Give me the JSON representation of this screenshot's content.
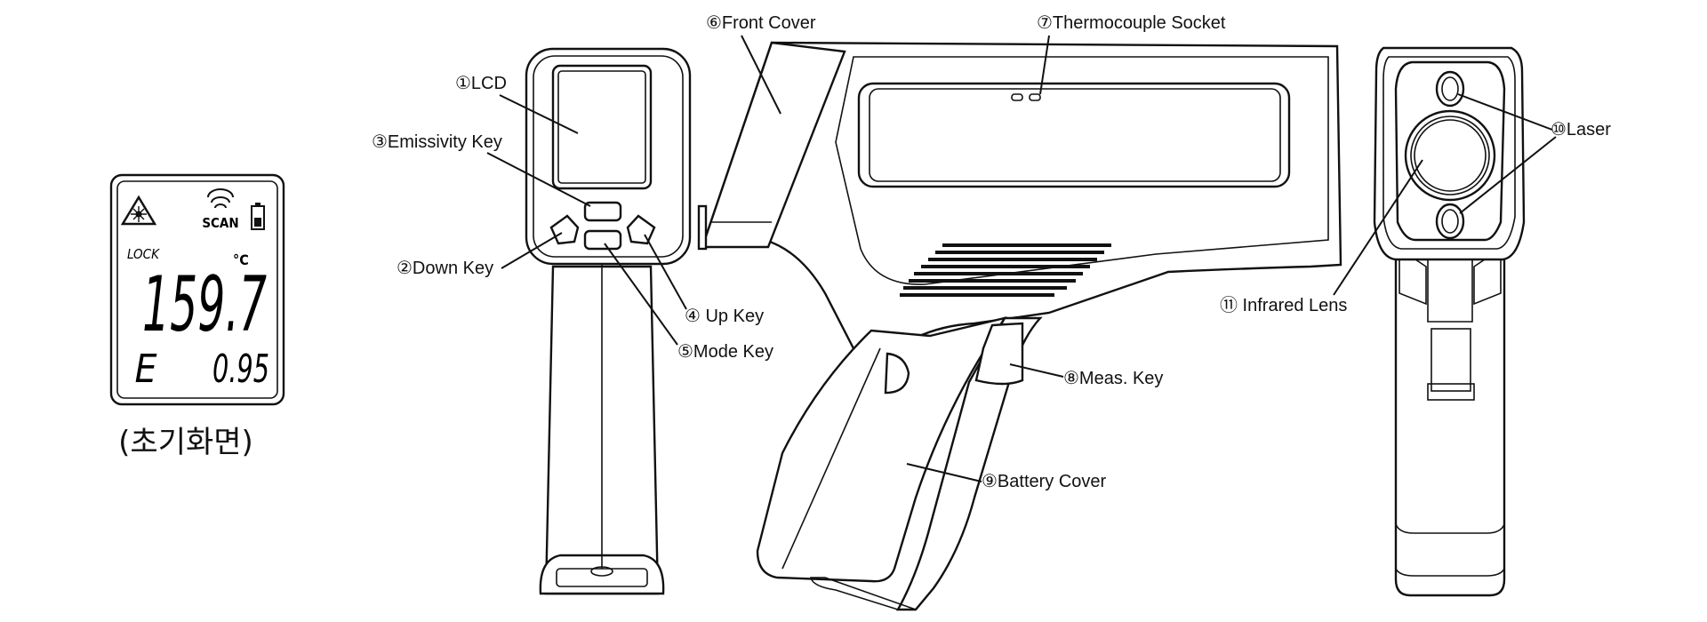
{
  "lcd": {
    "lock": "LOCK",
    "scan": "SCAN",
    "unit": "°C",
    "reading": "159.7",
    "emissivity_symbol": "E",
    "emissivity_value": "0.95",
    "caption": "(초기화면)"
  },
  "callouts": {
    "lcd": "①LCD",
    "down_key": "②Down Key",
    "emissivity_key": "③Emissivity Key",
    "up_key": "④ Up Key",
    "mode_key": "⑤Mode Key",
    "front_cover": "⑥Front Cover",
    "thermocouple_socket": "⑦Thermocouple Socket",
    "meas_key": "⑧Meas. Key",
    "battery_cover": "⑨Battery Cover",
    "laser": "⑩Laser",
    "infrared_lens": "⑪ Infrared Lens"
  },
  "icons": [
    "laser-warning-icon",
    "scan-signal-icon",
    "battery-icon"
  ]
}
